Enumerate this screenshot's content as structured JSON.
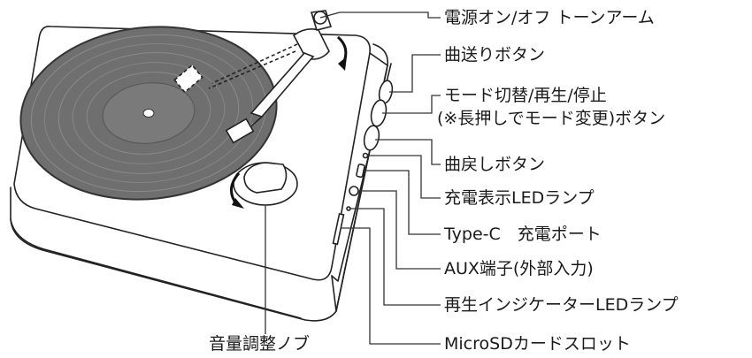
{
  "labels": {
    "power_tonearm": "電源オン/オフ トーンアーム",
    "skip_forward": "曲送りボタン",
    "mode_line1": "モード切替/再生/停止",
    "mode_line2": "(※長押しでモード変更)ボタン",
    "skip_back": "曲戻しボタン",
    "charge_led": "充電表示LEDランプ",
    "typec_port": "Type-C　充電ポート",
    "aux_port": "AUX端子(外部入力)",
    "play_led": "再生インジケーターLEDランプ",
    "microsd_slot": "MicroSDカードスロット",
    "volume_knob": "音量調整ノブ"
  }
}
